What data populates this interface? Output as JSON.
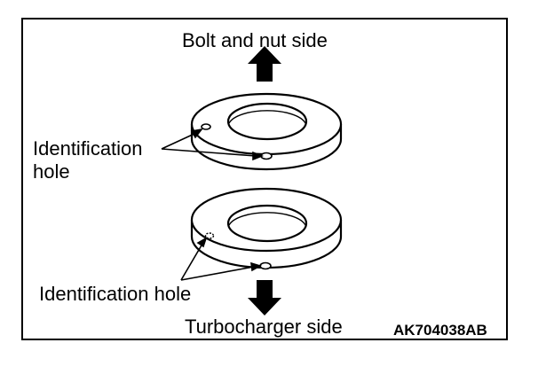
{
  "figure": {
    "top_label": "Bolt and nut side",
    "id_label_upper_line1": "Identification",
    "id_label_upper_line2": "hole",
    "id_label_lower": "Identification hole",
    "bottom_label": "Turbocharger side",
    "figure_code": "AK704038AB"
  },
  "colors": {
    "ink": "#000000",
    "background": "#ffffff"
  },
  "icons": [
    "arrow-up-icon",
    "arrow-down-icon"
  ]
}
